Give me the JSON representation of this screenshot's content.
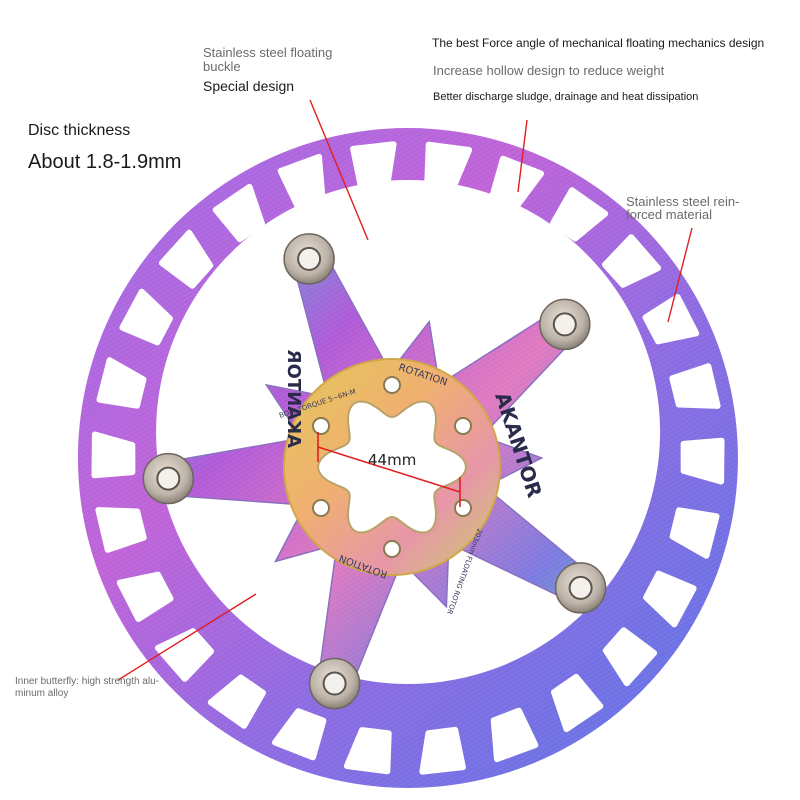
{
  "labels": {
    "disc_thickness_title": "Disc thickness",
    "disc_thickness_value": "About 1.8-1.9mm",
    "buckle_line1": "Stainless steel floating",
    "buckle_line2": "buckle",
    "buckle_line3": "Special design",
    "feature_1": "The best Force angle of mechanical floating mechanics design",
    "feature_2": "Increase hollow design to reduce weight",
    "feature_3": "Better discharge sludge, drainage and heat dissipation",
    "material_line1": "Stainless steel rein-",
    "material_line2": "forced material",
    "inner_line1": "Inner butterfly: high strength alu-",
    "inner_line2": "minum alloy"
  },
  "rotor": {
    "dimension_label": "44mm",
    "brand_text": "AKANTOR",
    "rotation_text": "ROTATION",
    "torque_text": "BOLT TORQUE 5~6N-M",
    "size_text": "203mm FLOATING ROTOR"
  },
  "colors": {
    "pointer_line": "#e02020",
    "rotor_purple": "#b15ad8",
    "rotor_blue": "#6e6fe0",
    "rotor_pink": "#d760c6"
  }
}
